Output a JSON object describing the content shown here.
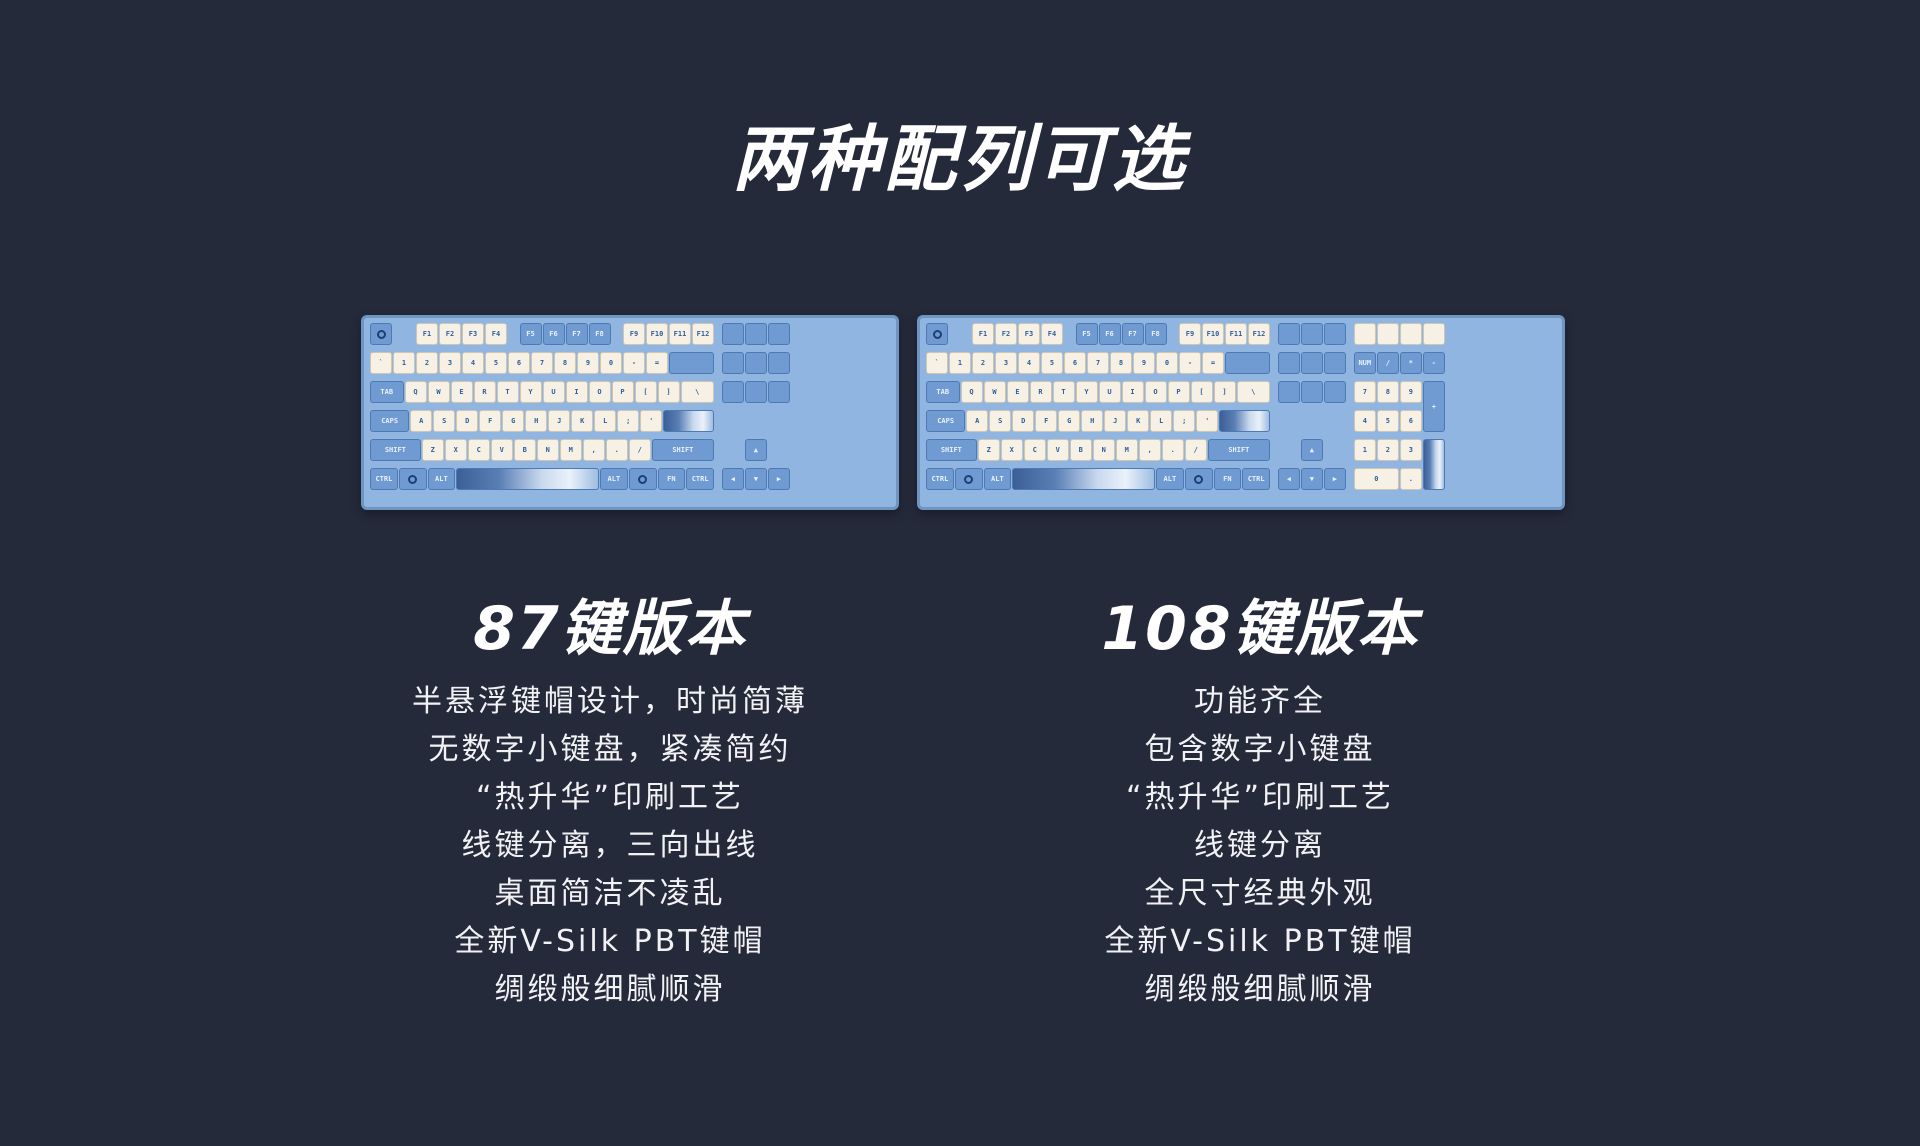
{
  "page": {
    "title": "两种配列可选",
    "background": "#252a3b"
  },
  "keyboard_colors": {
    "case": "#8fb5e0",
    "white_keycap": "#f6f1e4",
    "blue_keycap": "#6f9bd2",
    "legend": "#2f5f9b"
  },
  "variants": [
    {
      "title": "87键版本",
      "image": "keyboard-87-image",
      "features": [
        "半悬浮键帽设计，时尚简薄",
        "无数字小键盘，紧凑简约",
        "“热升华”印刷工艺",
        "线键分离，三向出线",
        "桌面简洁不凌乱",
        "全新V-Silk PBT键帽",
        "绸缎般细腻顺滑"
      ]
    },
    {
      "title": "108键版本",
      "image": "keyboard-108-image",
      "features": [
        "功能齐全",
        "包含数字小键盘",
        "“热升华”印刷工艺",
        "线键分离",
        "全尺寸经典外观",
        "全新V-Silk PBT键帽",
        "绸缎般细腻顺滑"
      ]
    }
  ]
}
